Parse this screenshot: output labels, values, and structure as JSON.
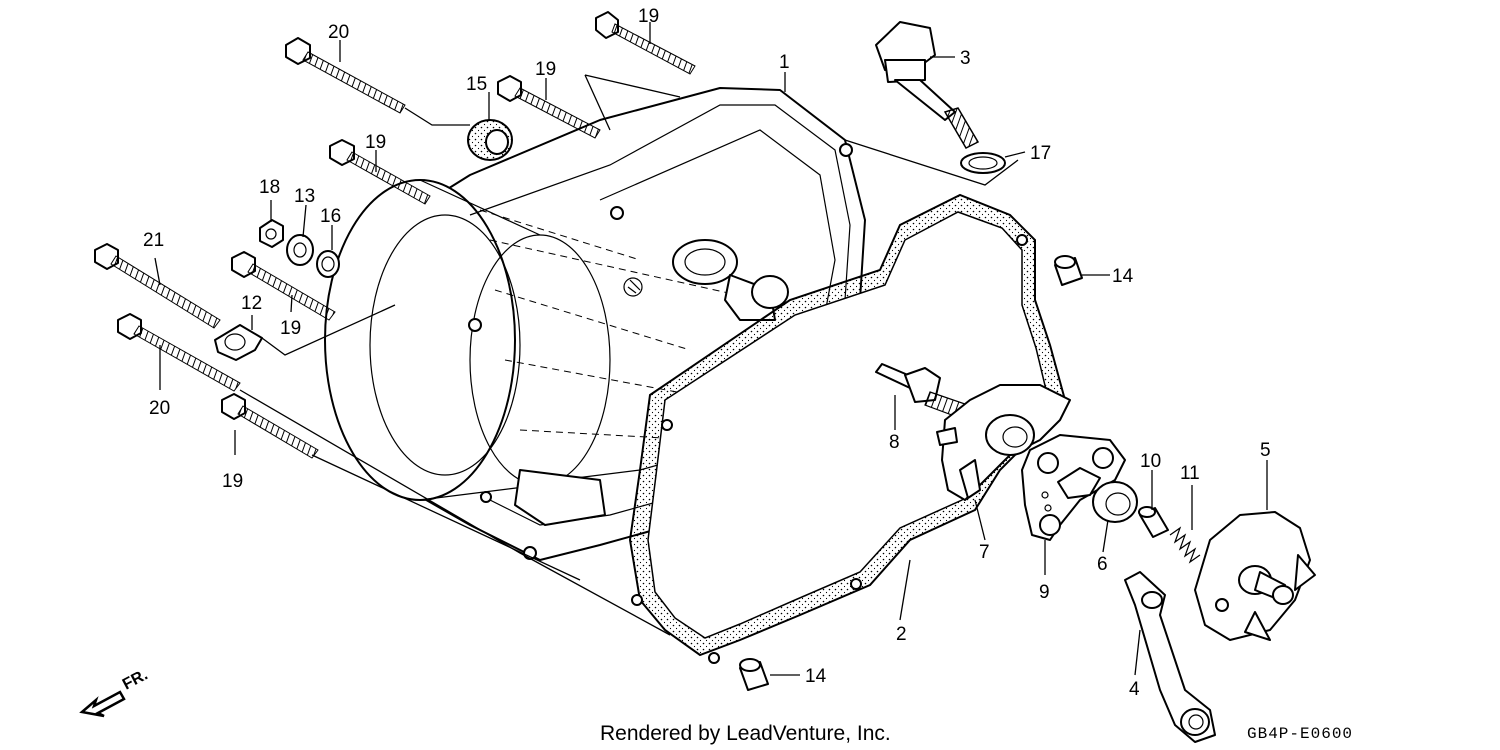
{
  "callouts": {
    "c1": "1",
    "c2": "2",
    "c3": "3",
    "c4": "4",
    "c5": "5",
    "c6": "6",
    "c7": "7",
    "c8": "8",
    "c9": "9",
    "c10": "10",
    "c11": "11",
    "c12": "12",
    "c13": "13",
    "c14a": "14",
    "c14b": "14",
    "c15": "15",
    "c16": "16",
    "c17": "17",
    "c18": "18",
    "c19a": "19",
    "c19b": "19",
    "c19c": "19",
    "c19d": "19",
    "c19e": "19",
    "c20a": "20",
    "c20b": "20",
    "c21": "21"
  },
  "footer": {
    "rendered_by": "Rendered by LeadVenture, Inc.",
    "diagram_code": "GB4P-E0600",
    "direction_label": "FR."
  }
}
